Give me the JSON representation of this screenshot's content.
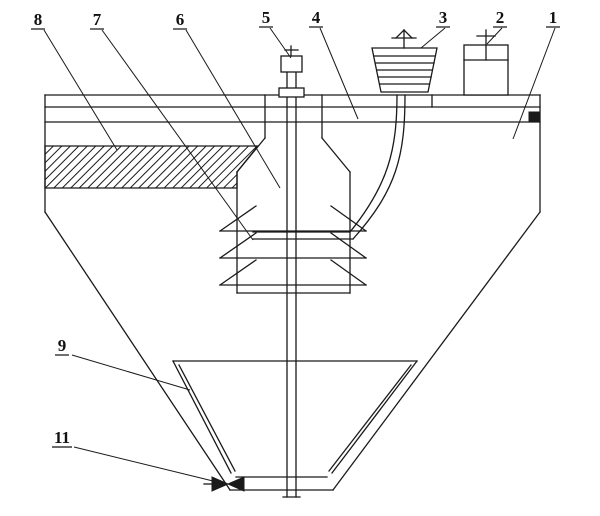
{
  "figure": {
    "background_color": "#ffffff",
    "line_color": "#1a1a1a",
    "callouts": [
      {
        "label": "8"
      },
      {
        "label": "7"
      },
      {
        "label": "6"
      },
      {
        "label": "5"
      },
      {
        "label": "4"
      },
      {
        "label": "3"
      },
      {
        "label": "2"
      },
      {
        "label": "1"
      },
      {
        "label": "9"
      },
      {
        "label": "11"
      }
    ]
  }
}
